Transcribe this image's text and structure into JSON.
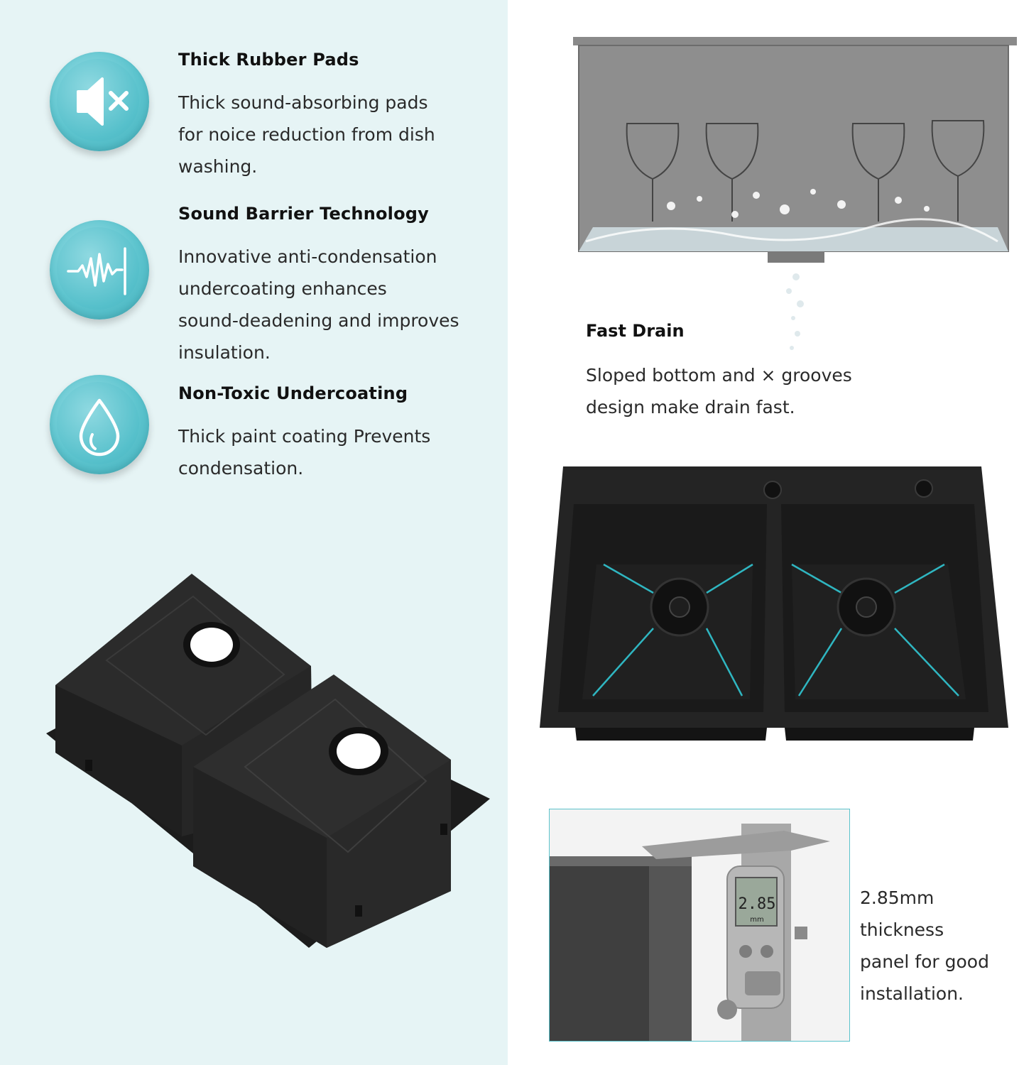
{
  "features": [
    {
      "icon": "speaker-mute-icon",
      "title": "Thick Rubber Pads",
      "lines": [
        "Thick sound-absorbing pads",
        "for noice reduction from dish",
        "washing."
      ]
    },
    {
      "icon": "soundwave-icon",
      "title": "Sound Barrier Technology",
      "lines": [
        "Innovative anti-condensation",
        "undercoating enhances",
        "sound-deadening and improves",
        "insulation."
      ]
    },
    {
      "icon": "water-drop-icon",
      "title": "Non-Toxic Undercoating",
      "lines": [
        "Thick paint coating Prevents",
        "condensation."
      ]
    }
  ],
  "fast_drain": {
    "title": "Fast Drain",
    "lines": [
      "Sloped bottom and × grooves",
      "design make drain fast."
    ]
  },
  "thickness": {
    "lines": [
      "2.85mm thickness",
      "panel for good",
      "installation."
    ],
    "caliper_reading": "2.85",
    "caliper_unit": "mm"
  },
  "colors": {
    "left_background": "#e6f4f5",
    "accent_teal": "#47b3bf",
    "sink_black": "#262626"
  }
}
